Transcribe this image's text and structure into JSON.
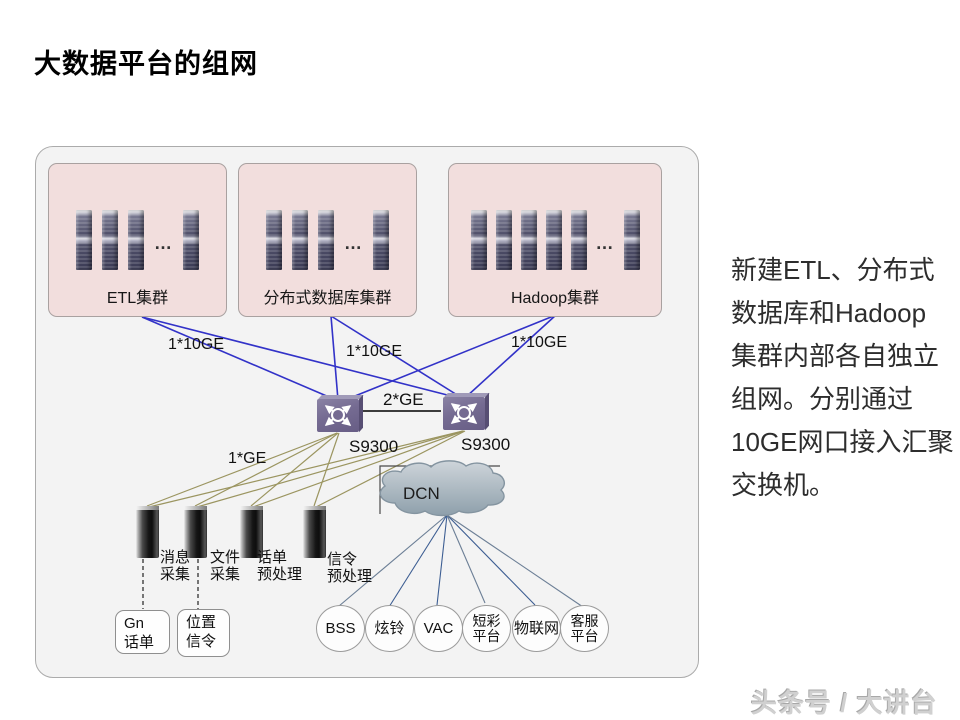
{
  "title": "大数据平台的组网",
  "ellipsis": "…",
  "clusters": [
    {
      "label": "ETL集群"
    },
    {
      "label": "分布式数据库集群"
    },
    {
      "label": "Hadoop集群"
    }
  ],
  "link_labels": {
    "uplink_left": "1*10GE",
    "uplink_mid": "1*10GE",
    "uplink_right": "1*10GE",
    "interconnect": "2*GE",
    "downlink": "1*GE"
  },
  "switches": [
    {
      "label": "S9300"
    },
    {
      "label": "S9300"
    }
  ],
  "collectors": [
    {
      "line1": "消息",
      "line2": "采集"
    },
    {
      "line1": "文件",
      "line2": "采集"
    },
    {
      "line1": "话单",
      "line2": "预处理"
    },
    {
      "line1": "信令",
      "line2": "预处理"
    }
  ],
  "sources": [
    {
      "line1": "Gn",
      "line2": "话单"
    },
    {
      "line1": "位置",
      "line2": "信令"
    }
  ],
  "cloud": {
    "label": "DCN"
  },
  "platforms": [
    {
      "line1": "BSS"
    },
    {
      "line1": "炫铃"
    },
    {
      "line1": "VAC"
    },
    {
      "line1": "短彩",
      "line2": "平台"
    },
    {
      "line1": "物联网"
    },
    {
      "line1": "客服",
      "line2": "平台"
    }
  ],
  "note_lines": [
    "新建ETL、分布式",
    "数据库和Hadoop",
    "集群内部各自独立",
    "组网。分别通过",
    "10GE网口接入汇聚",
    "交换机。"
  ],
  "watermark": "头条号 / 大讲台",
  "colors": {
    "cluster_fill": "#f2dedd",
    "blue_link": "#3232c8",
    "olive_link": "#9b9560",
    "switch_purple": "#756b92",
    "cloud_fill": "#aeb9c2"
  }
}
